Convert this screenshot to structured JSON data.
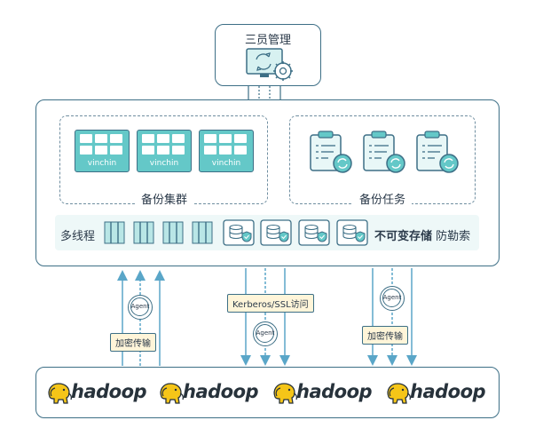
{
  "top": {
    "title": "三员管理"
  },
  "cluster": {
    "label": "备份集群",
    "brand": "vinchin",
    "count": 3
  },
  "tasks": {
    "label": "备份任务",
    "count": 3
  },
  "storage": {
    "left_label": "多线程",
    "right_label_bold": "不可变存储",
    "right_label": "防勒索",
    "drive_count": 4
  },
  "connections": {
    "left_tag": "加密传输",
    "middle_tag": "Kerberos/SSL访问",
    "right_tag": "加密传输",
    "agent_label": "Agent"
  },
  "sources": {
    "logo_text": "hadoop",
    "count": 4
  },
  "colors": {
    "teal": "#64c8c8",
    "teal_dark": "#3aa6a6",
    "border": "#3d6f86",
    "tag_bg": "#fff5d9",
    "arrow": "#5aa6c8"
  }
}
